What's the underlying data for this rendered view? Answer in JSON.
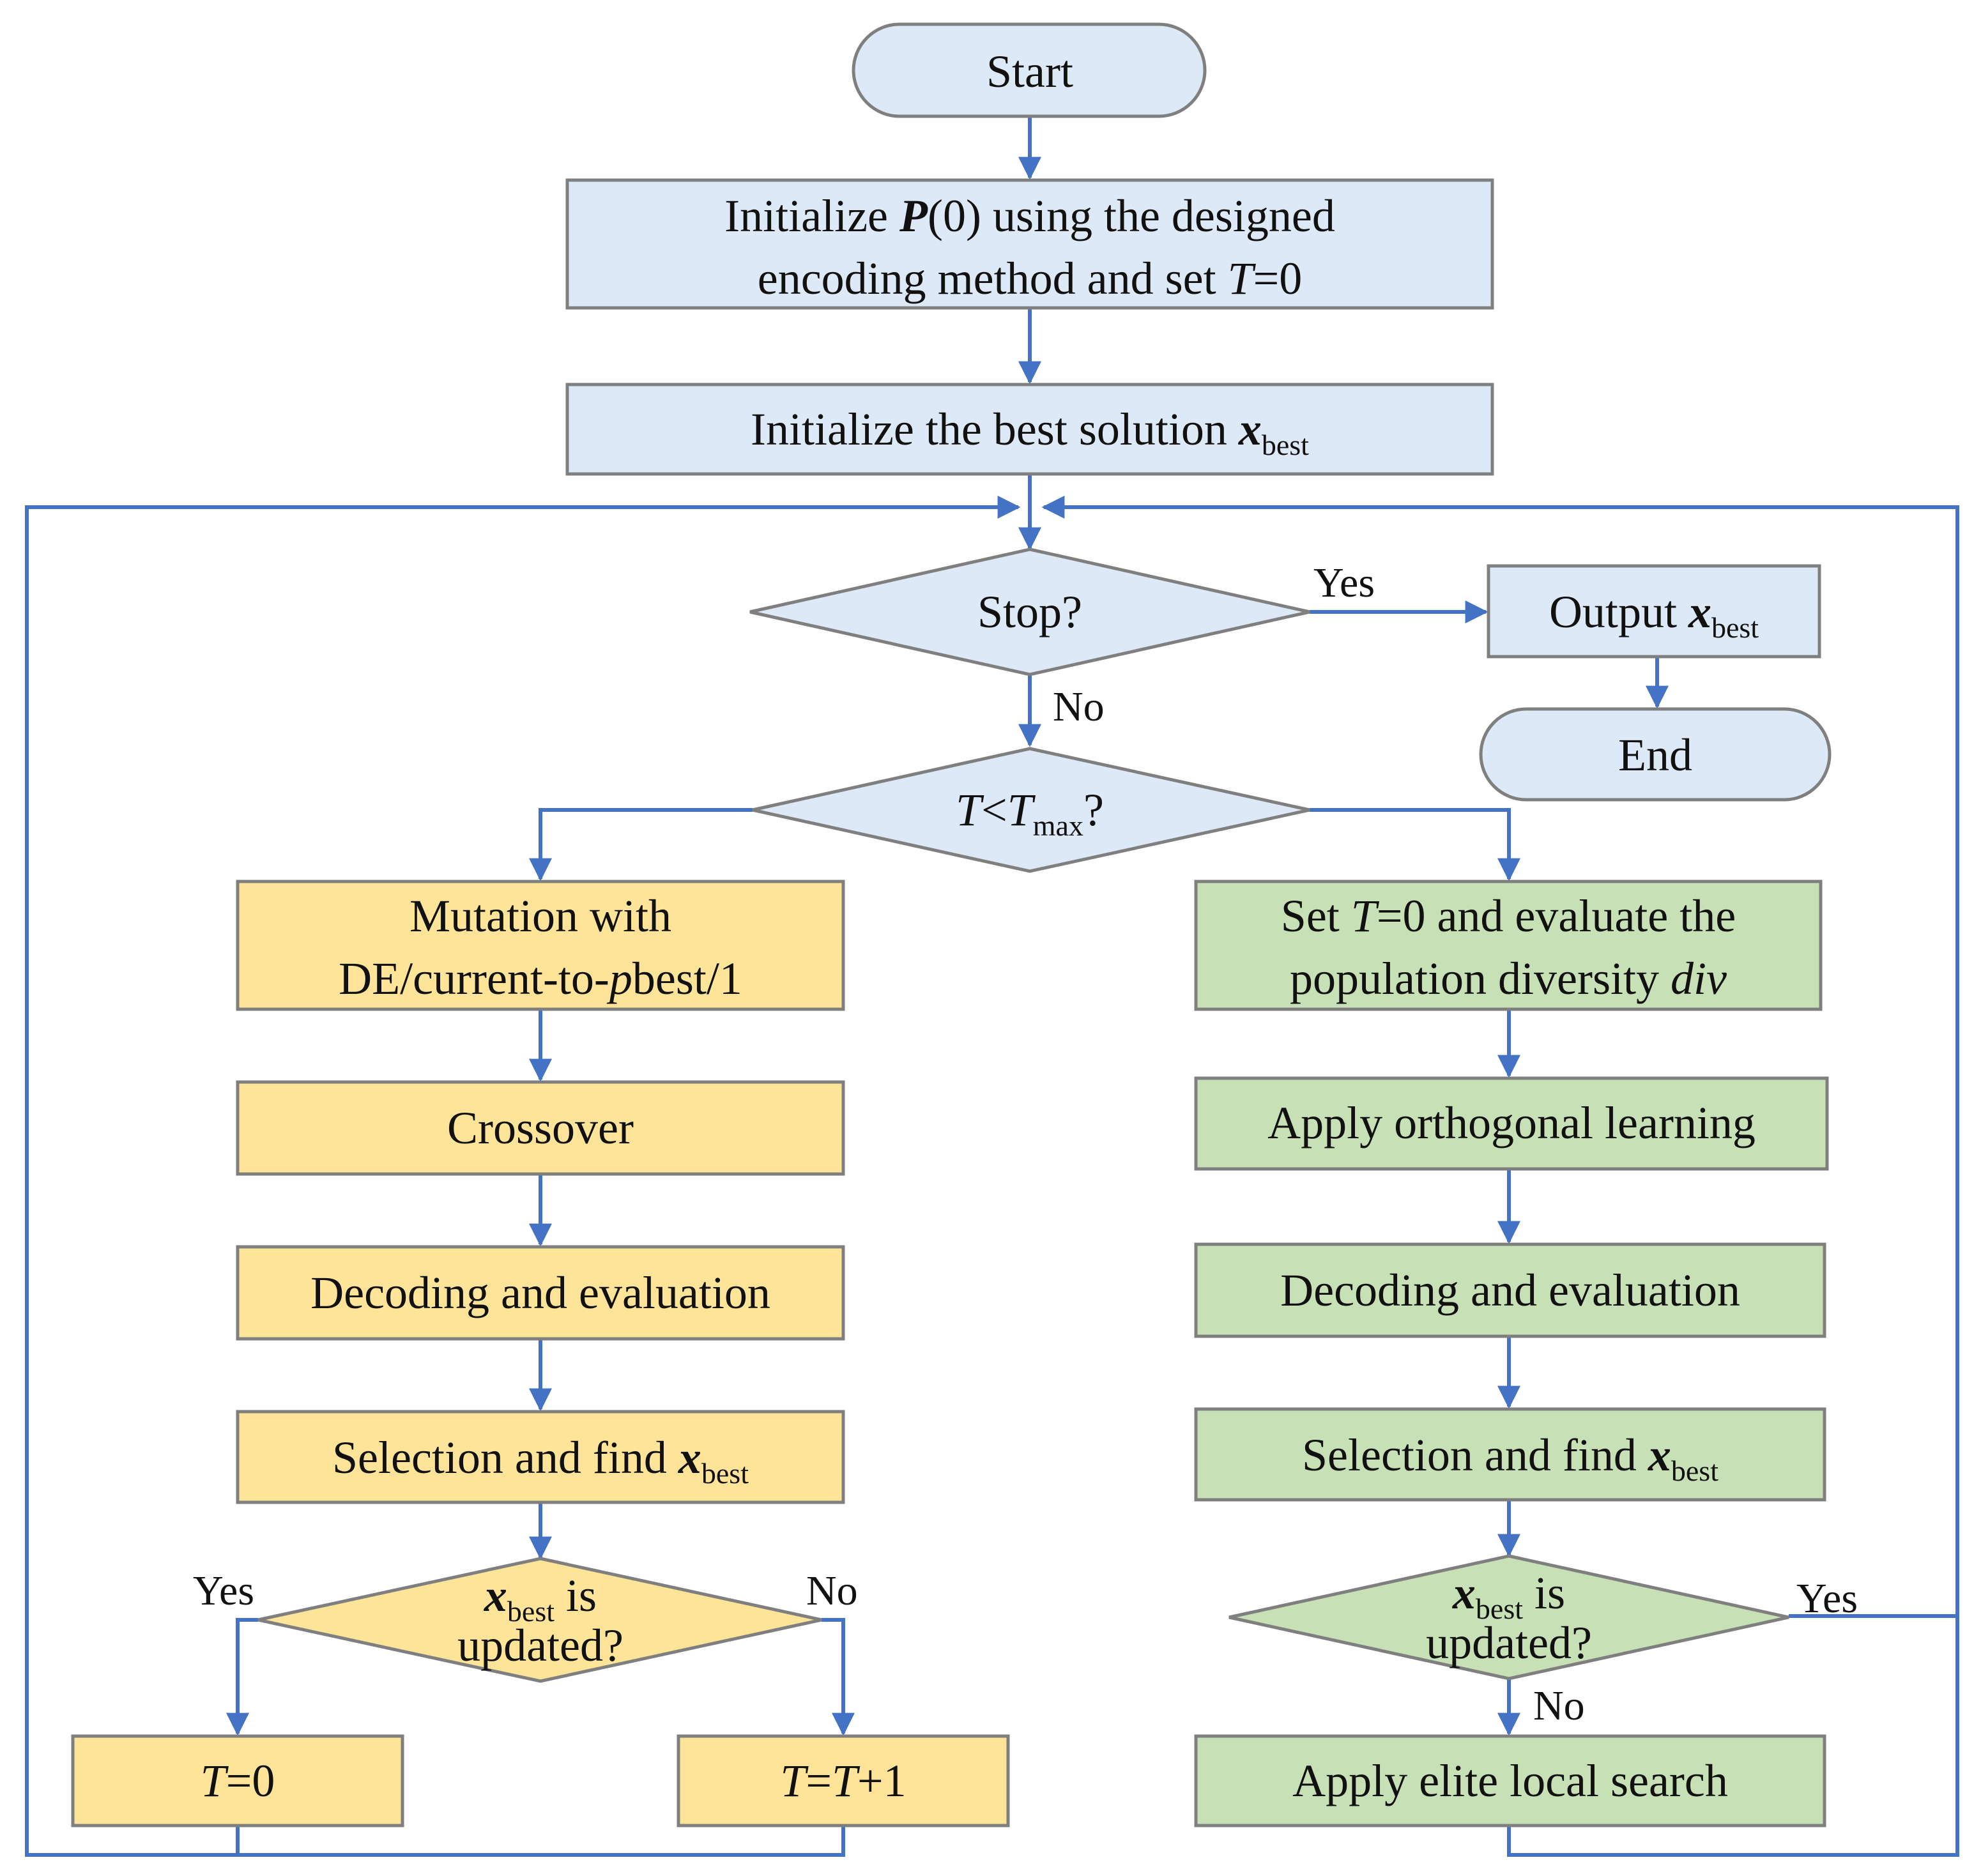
{
  "nodes": {
    "start": "Start",
    "init_pop": {
      "line1_a": "Initialize ",
      "line1_b": "P",
      "line1_c": "(0) using the designed",
      "line2_a": "encoding method and set ",
      "line2_b": "T",
      "line2_c": "=0"
    },
    "init_best": {
      "text": "Initialize the best solution ",
      "var": "x",
      "sub": "best"
    },
    "stop": "Stop?",
    "output": {
      "text": "Output ",
      "var": "x",
      "sub": "best"
    },
    "end": "End",
    "tmax": {
      "a": "T",
      "b": "<",
      "c": "T",
      "sub": "max",
      "d": "?"
    },
    "mutation": {
      "line1": "Mutation with",
      "line2_a": "DE/current-to-",
      "line2_b": "p",
      "line2_c": "best/1"
    },
    "crossover": "Crossover",
    "decode_left": "Decoding and evaluation",
    "select_left": {
      "text": "Selection and find ",
      "var": "x",
      "sub": "best"
    },
    "updated_left": {
      "var": "x",
      "sub": "best",
      "tail": " is",
      "line2": "updated?"
    },
    "t_zero": {
      "a": "T",
      "b": "=0"
    },
    "t_inc": {
      "a": "T",
      "b": "=",
      "c": "T",
      "d": "+1"
    },
    "set_t": {
      "line1_a": "Set ",
      "line1_b": "T",
      "line1_c": "=0 and evaluate the",
      "line2_a": "population diversity ",
      "line2_b": "div"
    },
    "orthogonal": "Apply orthogonal learning",
    "decode_right": "Decoding and evaluation",
    "select_right": {
      "text": "Selection and find ",
      "var": "x",
      "sub": "best"
    },
    "updated_right": {
      "var": "x",
      "sub": "best",
      "tail": " is",
      "line2": "updated?"
    },
    "elite": "Apply elite local search"
  },
  "edges": {
    "stop_yes": "Yes",
    "stop_no": "No",
    "left_yes": "Yes",
    "left_no": "No",
    "right_yes": "Yes",
    "right_no": "No"
  },
  "colors": {
    "arrow": "#4472c4",
    "border": "#7f7f7f",
    "main_fill": "#dde9f6",
    "de_fill": "#fee499",
    "ol_fill": "#c7e0b6"
  }
}
